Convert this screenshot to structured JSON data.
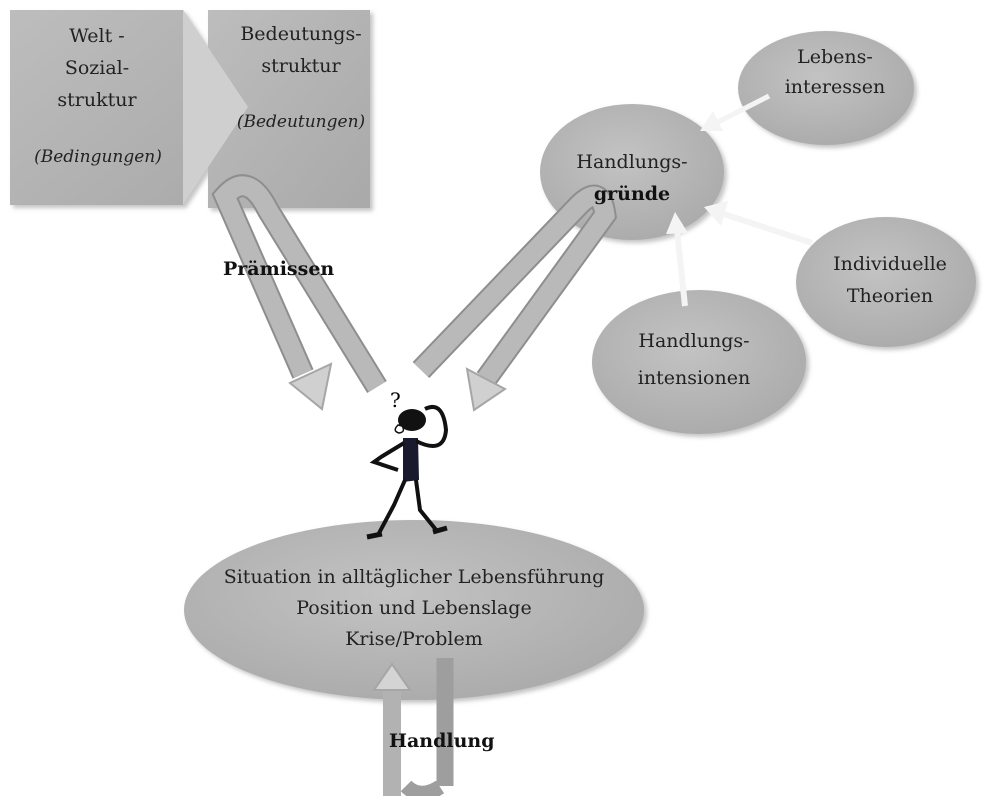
{
  "boxes": {
    "welt": {
      "line1": "Welt -",
      "line2": "Sozial-",
      "line3": "struktur",
      "line4": "(Bedingungen)"
    },
    "bedeutung": {
      "line1": "Bedeutungs-",
      "line2": "struktur",
      "line3": "(Bedeutungen)"
    }
  },
  "ellipses": {
    "lebensinteressen": {
      "line1": "Lebens-",
      "line2": "interessen"
    },
    "handlungsgruende": {
      "line1": "Handlungs-",
      "line2": "gründe"
    },
    "theorien": {
      "line1": "Individuelle",
      "line2": "Theorien"
    },
    "intensionen": {
      "line1": "Handlungs-",
      "line2": "intensionen"
    },
    "situation": {
      "line1": "Situation in alltäglicher Lebensführung",
      "line2": "Position und Lebenslage",
      "line3": "Krise/Problem"
    }
  },
  "labels": {
    "praemissen": "Prämissen",
    "handlung": "Handlung"
  },
  "figure": {
    "question_mark": "?"
  }
}
